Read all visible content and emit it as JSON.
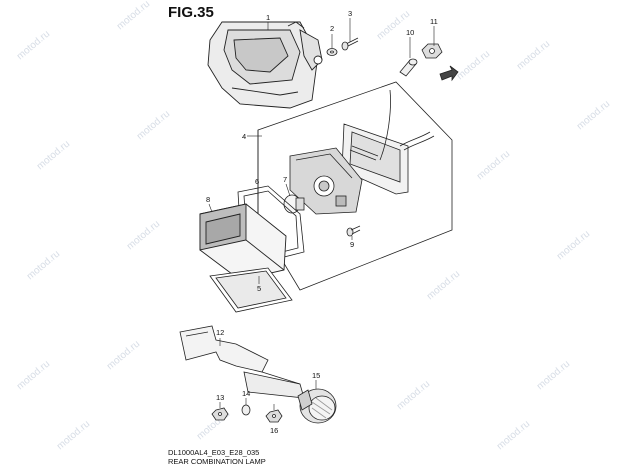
{
  "figure": {
    "title": "FIG.35",
    "model_code": "DL1000AL4_E03_E28_035",
    "part_name": "REAR COMBINATION LAMP"
  },
  "watermark": "motod.ru",
  "callouts": [
    {
      "n": "1"
    },
    {
      "n": "2"
    },
    {
      "n": "3"
    },
    {
      "n": "4"
    },
    {
      "n": "5"
    },
    {
      "n": "6"
    },
    {
      "n": "7"
    },
    {
      "n": "8"
    },
    {
      "n": "9"
    },
    {
      "n": "10"
    },
    {
      "n": "11"
    },
    {
      "n": "12"
    },
    {
      "n": "13"
    },
    {
      "n": "14"
    },
    {
      "n": "15"
    },
    {
      "n": "16"
    }
  ],
  "colors": {
    "line": "#222222",
    "watermark": "#d7dde6",
    "shade": "#cfcfcf"
  }
}
